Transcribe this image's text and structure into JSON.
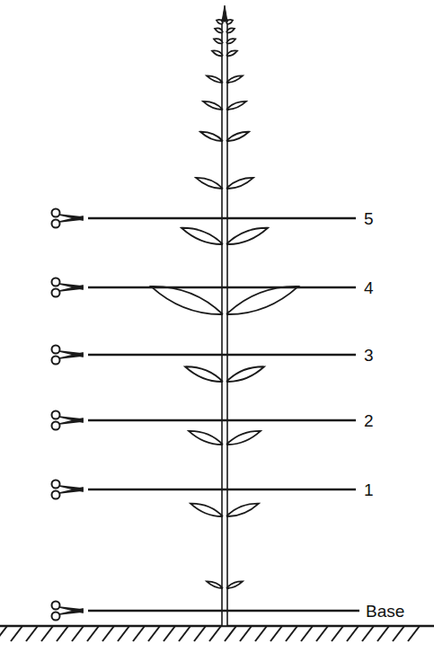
{
  "diagram": {
    "labels": [
      "5",
      "4",
      "3",
      "2",
      "1",
      "Base"
    ]
  }
}
